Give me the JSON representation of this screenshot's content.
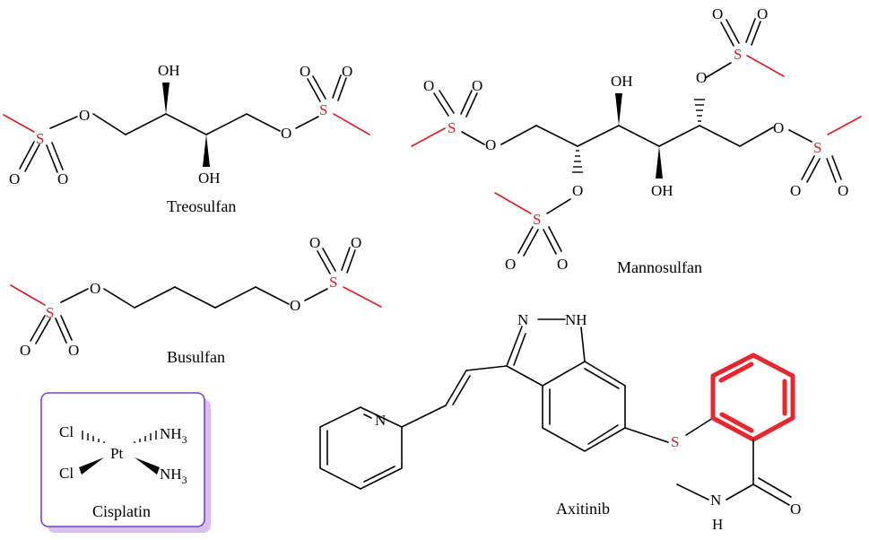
{
  "molecules": {
    "treosulfan": {
      "name": "Treosulfan",
      "atoms": {
        "oh_top": "OH",
        "oh_bottom": "OH",
        "o": "O",
        "s": "S"
      }
    },
    "mannosulfan": {
      "name": "Mannosulfan",
      "atoms": {
        "oh1": "OH",
        "oh2": "OH",
        "o": "O",
        "s": "S"
      }
    },
    "busulfan": {
      "name": "Busulfan",
      "atoms": {
        "o": "O",
        "s": "S"
      }
    },
    "cisplatin": {
      "name": "Cisplatin",
      "atoms": {
        "cl": "Cl",
        "pt": "Pt",
        "nh": "NH",
        "sub3": "3"
      }
    },
    "axitinib": {
      "name": "Axitinib",
      "atoms": {
        "n": "N",
        "nh": "NH",
        "s": "S",
        "h": "H"
      }
    }
  },
  "colors": {
    "sulfur": "#e01b24",
    "highlight_ring": "#e8262d",
    "box_border": "#7a3fd0",
    "box_shadow": "#d7bff0"
  }
}
